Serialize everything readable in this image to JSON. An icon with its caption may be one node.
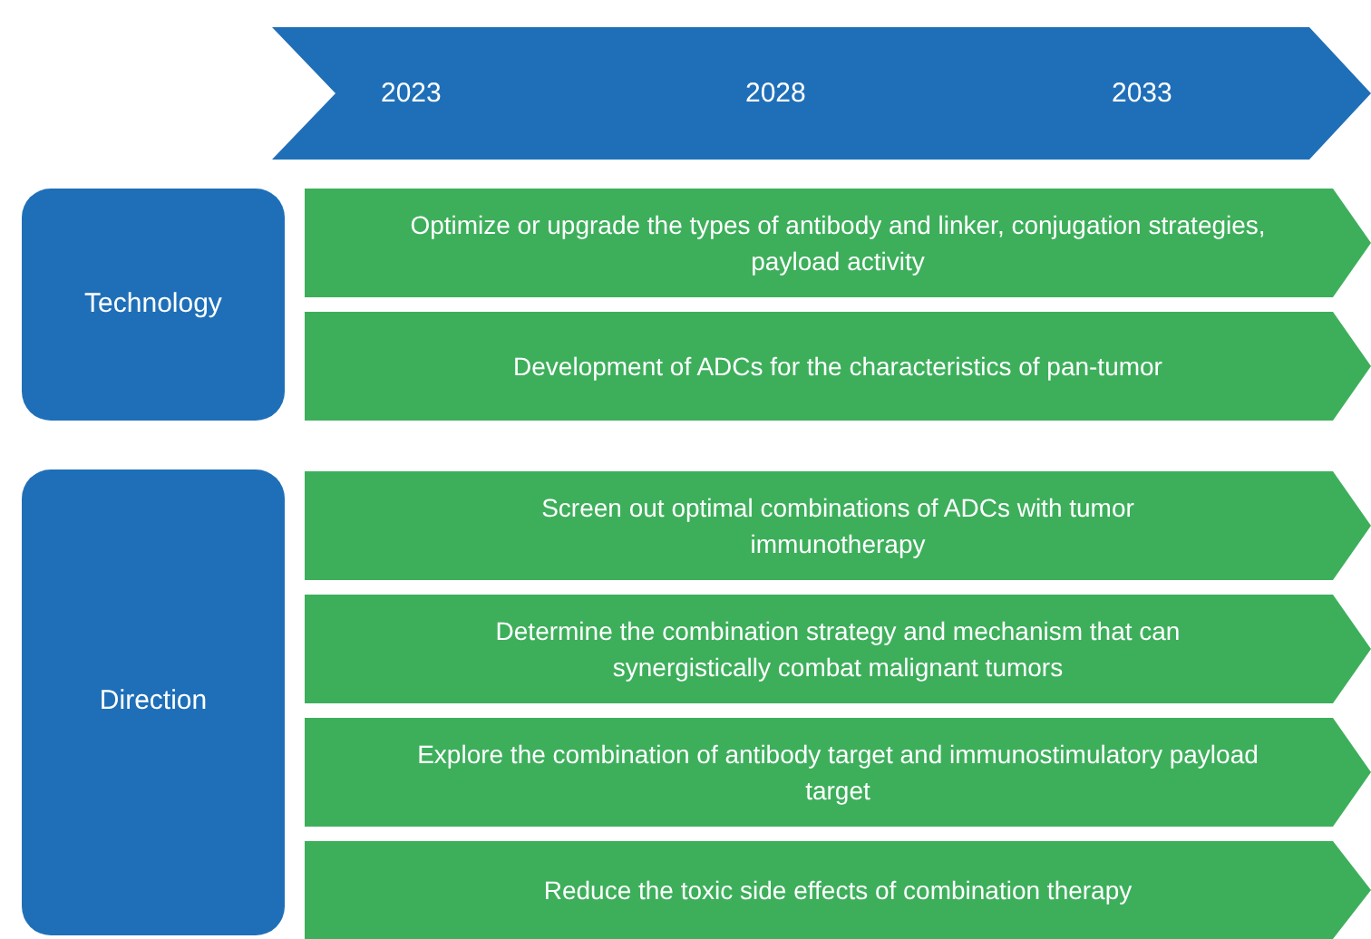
{
  "diagram": {
    "nodes": [
      {
        "text": [
          "2023",
          "2028",
          "2033"
        ]
      },
      {
        "text": [
          "Technology"
        ]
      },
      {
        "text": [
          "Optimize or upgrade the types of antibody and linker, conjugation strategies, payload activity"
        ]
      },
      {
        "text": [
          "Development of ADCs for the characteristics of pan-tumor"
        ]
      },
      {
        "text": [
          "Direction"
        ]
      },
      {
        "text": [
          "Screen out optimal combinations of ADCs with tumor immunotherapy"
        ]
      },
      {
        "text": [
          "Determine the combination strategy and mechanism that can synergistically combat malignant tumors"
        ]
      },
      {
        "text": [
          "Explore the combination of antibody target and immunostimulatory payload target"
        ]
      },
      {
        "text": [
          "Reduce the toxic side effects of combination therapy"
        ]
      }
    ]
  }
}
